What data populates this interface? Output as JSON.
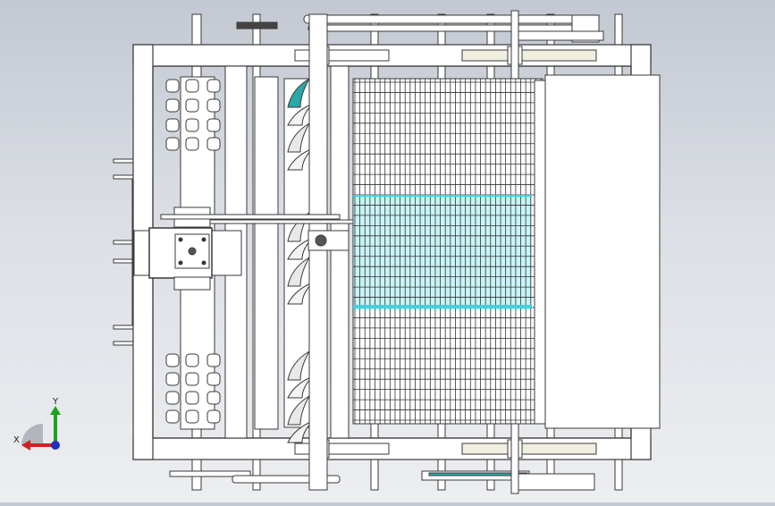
{
  "view": {
    "background_top": "#c3c8d2",
    "background_bottom": "#eceef1",
    "line_color": "#3a3a3a",
    "frame_fill": "#ffffff",
    "highlight_color": "#38d6e0",
    "blade_color": "#2aa7a7"
  },
  "triad": {
    "x_label": "X",
    "y_label": "Y",
    "x_color": "#d02020",
    "y_color": "#20a020",
    "z_color": "#2030c0"
  },
  "model": {
    "grid_wires": 38,
    "grid_rungs": 34,
    "highlight_rows": 8
  }
}
